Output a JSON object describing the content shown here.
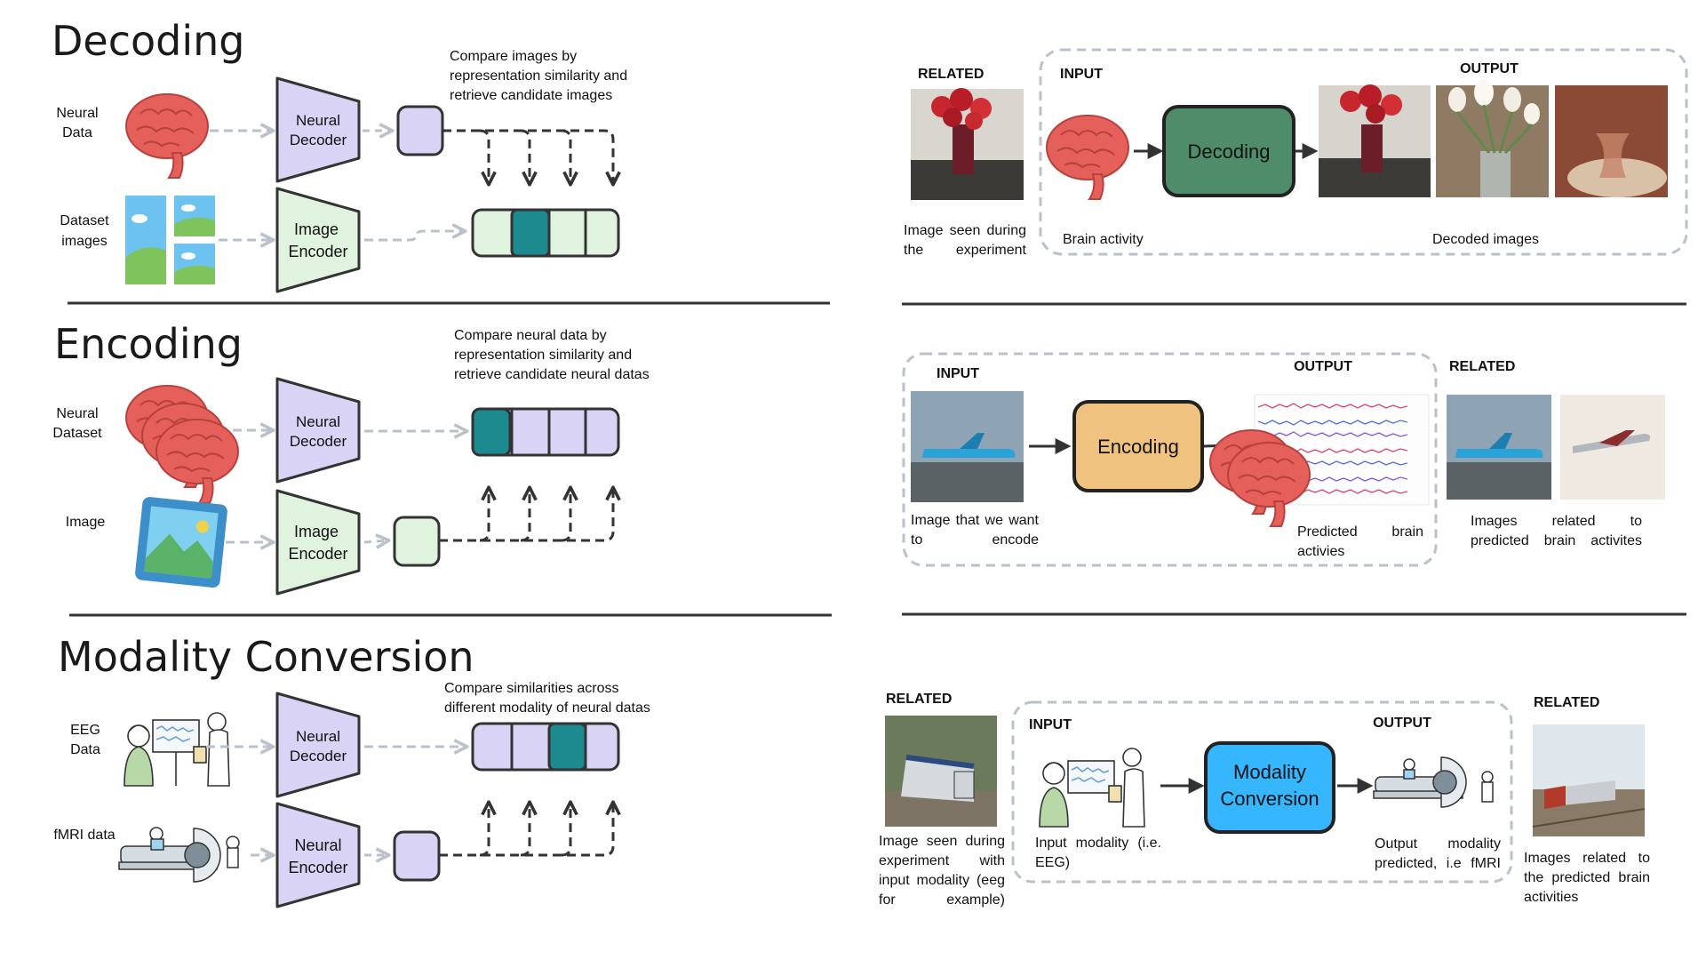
{
  "decoding": {
    "title": "Decoding",
    "neural_label_1": "Neural",
    "neural_label_2": "Data",
    "dataset_label_1": "Dataset",
    "dataset_label_2": "images",
    "decoder_1": "Neural",
    "decoder_2": "Decoder",
    "encoder_1": "Image",
    "encoder_2": "Encoder",
    "note_1": "Compare images by",
    "note_2": "representation similarity and",
    "note_3": "retrieve candidate images",
    "example": {
      "related_header": "RELATED",
      "related_caption": "Image seen during the experiment",
      "input_header": "INPUT",
      "input_caption": "Brain activity",
      "process": "Decoding",
      "output_header": "OUTPUT",
      "output_caption": "Decoded images",
      "process_color": "#4e8c6a"
    }
  },
  "encoding": {
    "title": "Encoding",
    "neural_label_1": "Neural",
    "neural_label_2": "Dataset",
    "image_label": "Image",
    "decoder_1": "Neural",
    "decoder_2": "Decoder",
    "encoder_1": "Image",
    "encoder_2": "Encoder",
    "note_1": "Compare neural data by",
    "note_2": "representation similarity and",
    "note_3": "retrieve candidate neural datas",
    "example": {
      "input_header": "INPUT",
      "input_caption": "Image that we want to encode",
      "process": "Encoding",
      "output_header": "OUTPUT",
      "output_caption": "Predicted brain activies",
      "related_header": "RELATED",
      "related_caption": "Images related to predicted brain activites",
      "process_color": "#f0c27f"
    }
  },
  "conversion": {
    "title": "Modality Conversion",
    "eeg_label_1": "EEG",
    "eeg_label_2": "Data",
    "fmri_label": "fMRI data",
    "decoder_1": "Neural",
    "decoder_2": "Decoder",
    "encoder_1": "Neural",
    "encoder_2": "Encoder",
    "note_1": "Compare similarities across",
    "note_2": "different modality of neural datas",
    "example": {
      "related_header": "RELATED",
      "related_caption": "Image seen during experiment with input modality (eeg for example)",
      "input_header": "INPUT",
      "input_caption": "Input modality (i.e. EEG)",
      "process_1": "Modality",
      "process_2": "Conversion",
      "output_header": "OUTPUT",
      "output_caption": "Output modality predicted, i.e fMRI",
      "related2_header": "RELATED",
      "related2_caption": "Images related to the predicted brain activities",
      "process_color": "#36b6ff"
    }
  },
  "icons": [
    "brain-icon",
    "landscape-icon",
    "eeg-scientist-icon",
    "fmri-scanner-icon",
    "signal-plot-icon"
  ],
  "colors": {
    "lavender": "#d9d4f6",
    "mint": "#dff3df",
    "teal": "#1d8a8f",
    "brain": "#e5605b",
    "dashed_gray": "#b9c2ca"
  }
}
